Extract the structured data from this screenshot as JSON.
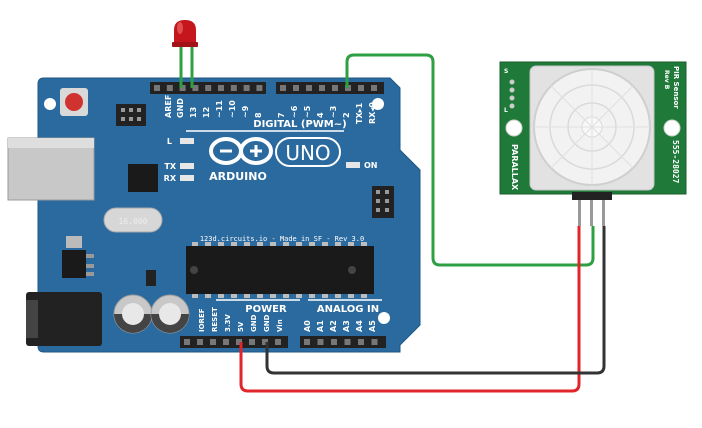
{
  "board": {
    "brand": "ARDUINO",
    "model": "UNO",
    "site_text": "123d.circuits.io - Made in SF - Rev 3.0",
    "digital_header": "DIGITAL (PWM~)",
    "power_header": "POWER",
    "analog_header": "ANALOG IN",
    "on_label": "ON",
    "l_label": "L",
    "tx_label": "TX",
    "rx_label": "RX",
    "crystal_text": "16.000",
    "digital_pins_top_left": [
      "AREF",
      "GND",
      "13",
      "12",
      "~11",
      "~10",
      "~9",
      "8"
    ],
    "digital_pins_top_right": [
      "7",
      "~6",
      "~5",
      "4",
      "~3",
      "2",
      "TX▸1",
      "RX◂0"
    ],
    "power_pins": [
      "IOREF",
      "RESET",
      "3.3V",
      "5V",
      "GND",
      "GND",
      "Vin"
    ],
    "analog_pins": [
      "A0",
      "A1",
      "A2",
      "A3",
      "A4",
      "A5"
    ]
  },
  "sensor": {
    "brand": "PARALLAX",
    "title": "PIR Sensor",
    "rev": "Rev B",
    "part_number": "555-28027",
    "jumper_labels": [
      "S",
      "L"
    ]
  },
  "colors": {
    "board": "#2a6a9e",
    "sensor_pcb": "#1f7a3a",
    "wire_signal": "#2ea043",
    "wire_power": "#e0262a",
    "wire_ground": "#333333",
    "led": "#c4161c"
  }
}
